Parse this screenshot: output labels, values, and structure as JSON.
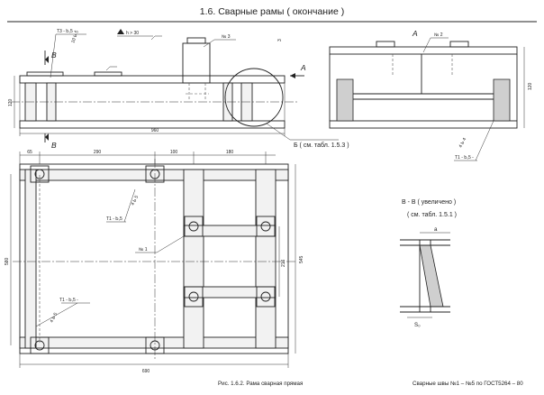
{
  "title": "1.6. Сварные рамы ( окончание )",
  "top_view": {
    "weld_t3": "Т3 - Ь,5 -",
    "weld_size": "10 Ь 5",
    "roughness": "h > 30",
    "mark_3": "№ 3",
    "dim_3": "3",
    "section_b": "В",
    "arrow_a": "А",
    "dim_960": "960",
    "dim_120_left": "120",
    "callout_b": "Б ( см. табл. 1.5.3 )"
  },
  "side_view": {
    "label_a": "А",
    "mark_2": "№ 2",
    "dim_120": "120",
    "weld_t1": "Т1 - Ь,5 -",
    "weld_size": "4 Ь 4"
  },
  "plan_view": {
    "dim_65": "65",
    "dim_290": "290",
    "dim_100": "100",
    "dim_180": "180",
    "dim_580": "580",
    "dim_545": "545",
    "dim_216": "216",
    "dim_690": "690",
    "weld_t1_top": "Т1 - Ь,5",
    "weld_size_top": "4 Ь 5",
    "mark_1": "№ 1",
    "weld_t1_bottom": "Т1 - Ь,5 -",
    "weld_size_bottom": "4 Ь 5"
  },
  "detail": {
    "title": "В - В  ( увеличено )",
    "ref": "( см. табл. 1.5.1 )",
    "dim_a": "a",
    "dim_s0": "S₀"
  },
  "caption": "Рис. 1.6.2. Рама сварная прямая",
  "footnote": "Сварные швы №1 – №5 по ГОСТ5264 – 80"
}
